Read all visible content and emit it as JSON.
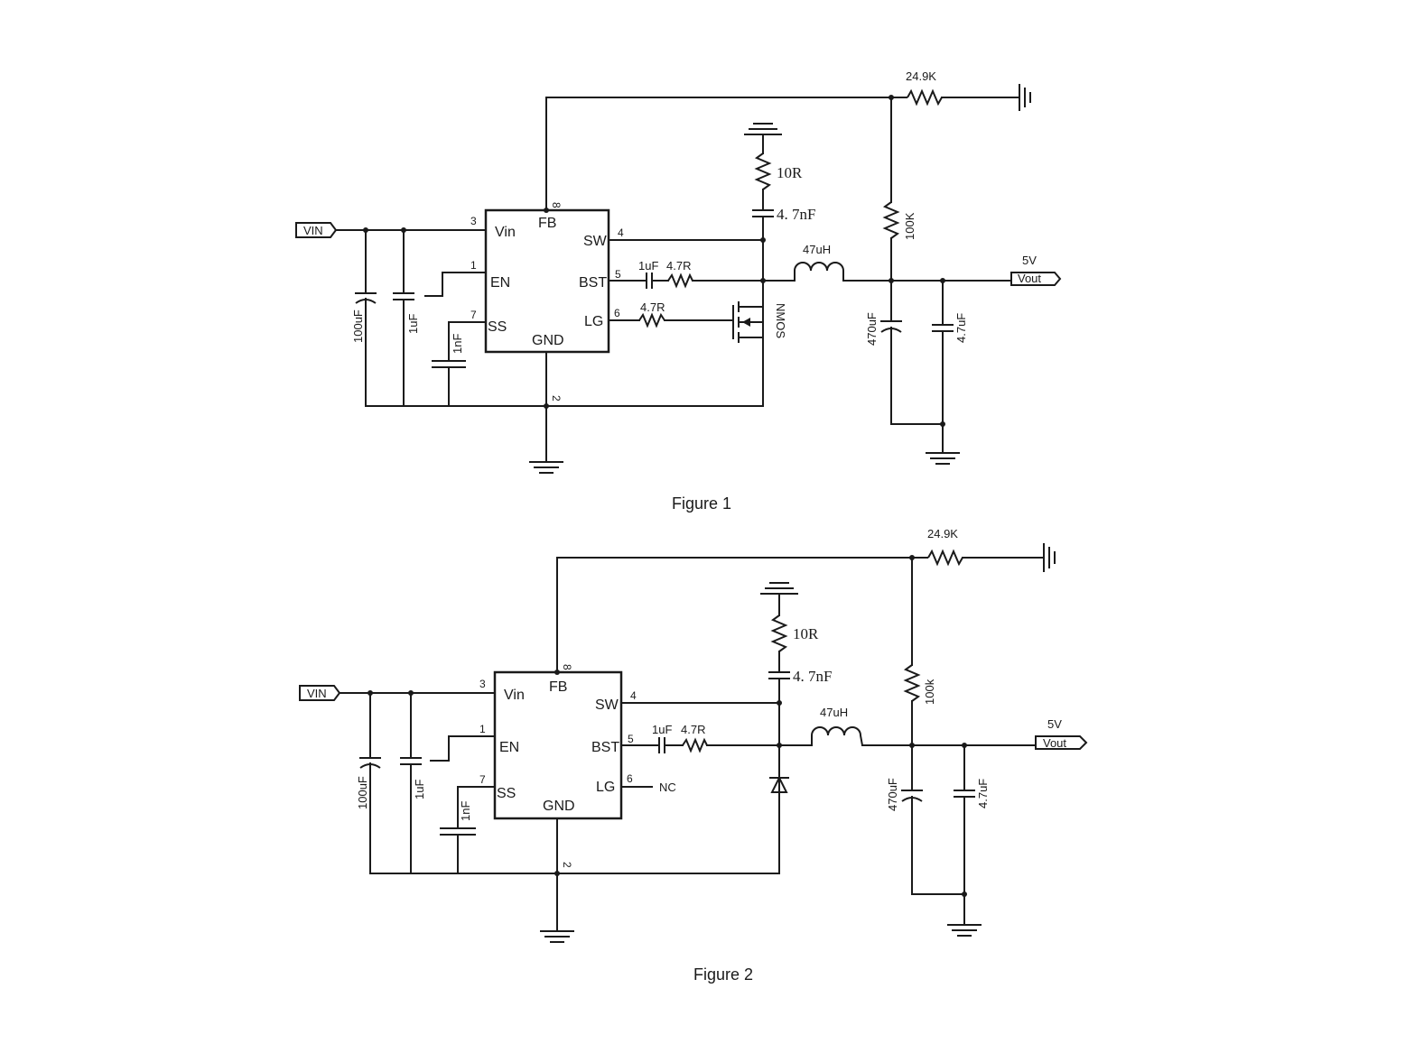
{
  "figures": [
    {
      "caption": "Figure 1",
      "ic_pins": {
        "vin": "Vin",
        "fb": "FB",
        "sw": "SW",
        "en": "EN",
        "bst": "BST",
        "ss": "SS",
        "lg": "LG",
        "gnd": "GND"
      },
      "pin_numbers": {
        "vin": "3",
        "fb": "8",
        "sw": "4",
        "en": "1",
        "bst": "5",
        "ss": "7",
        "lg": "6",
        "gnd": "2"
      },
      "vin_port": "VIN",
      "vout_port": "Vout",
      "vout_voltage": "5V",
      "components": {
        "c_in_bulk": "100uF",
        "c_in": "1uF",
        "c_ss": "1nF",
        "r_top_fb": "24.9K",
        "r_fb": "100K",
        "r_snub": "10R",
        "c_snub": "4. 7nF",
        "inductor": "47uH",
        "c_bst": "1uF",
        "r_bst": "4.7R",
        "r_gate": "4.7R",
        "low_side": "NMOS",
        "c_out_bulk": "470uF",
        "c_out": "4.7uF"
      }
    },
    {
      "caption": "Figure 2",
      "ic_pins": {
        "vin": "Vin",
        "fb": "FB",
        "sw": "SW",
        "en": "EN",
        "bst": "BST",
        "ss": "SS",
        "lg": "LG",
        "gnd": "GND"
      },
      "pin_numbers": {
        "vin": "3",
        "fb": "8",
        "sw": "4",
        "en": "1",
        "bst": "5",
        "ss": "7",
        "lg": "6",
        "gnd": "2"
      },
      "vin_port": "VIN",
      "vout_port": "Vout",
      "vout_voltage": "5V",
      "lg_note": "NC",
      "components": {
        "c_in_bulk": "100uF",
        "c_in": "1uF",
        "c_ss": "1nF",
        "r_top_fb": "24.9K",
        "r_fb": "100k",
        "r_snub": "10R",
        "c_snub": "4. 7nF",
        "inductor": "47uH",
        "c_bst": "1uF",
        "r_bst": "4.7R",
        "c_out_bulk": "470uF",
        "c_out": "4.7uF"
      }
    }
  ]
}
